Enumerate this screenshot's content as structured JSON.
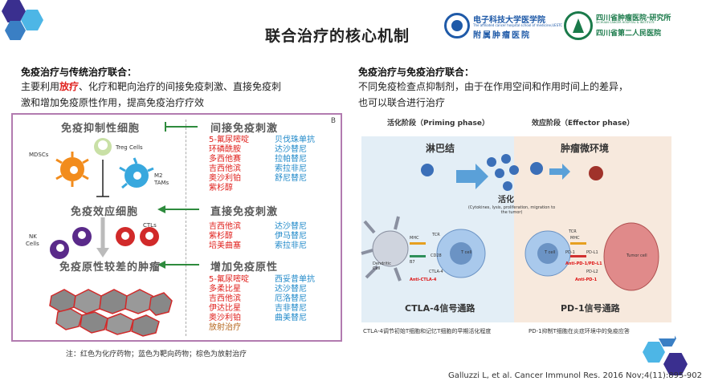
{
  "slide": {
    "title": "联合治疗的核心机制"
  },
  "logos": {
    "left": {
      "name_line1": "电子科技大学医学院",
      "name_line2": "The affiliated cancer hospital school of medicine,UESTC",
      "name_line3": "附属肿瘤医院"
    },
    "right": {
      "name_line1": "四川省肿瘤医院·研究所",
      "name_line2": "SICHUAN CANCER HOSPITAL & INSTITUTE",
      "name_line3": "四川省第二人民医院"
    }
  },
  "left_section": {
    "heading": "免疫治疗与传统治疗联合：",
    "para_line1_pre": "主要利用",
    "para_line1_red": "放疗",
    "para_line1_post": "、化疗和靶向治疗的间接免疫刺激、直接免疫刺",
    "para_line2": "激和增加免疫原性作用，提高免疫治疗疗效"
  },
  "right_section": {
    "heading": "免疫治疗与免疫治疗联合：",
    "para_line1": "不同免疫检查点抑制剂，由于在作用空间和作用时间上的差异，",
    "para_line2": "也可以联合进行治疗"
  },
  "left_figure": {
    "panel_label": "B",
    "left_titles": [
      "免疫抑制性细胞",
      "免疫效应细胞",
      "免疫原性较差的肿瘤"
    ],
    "right_titles": [
      "间接免疫刺激",
      "直接免疫刺激",
      "增加免疫原性"
    ],
    "cell_labels": {
      "mdscs": "MDSCs",
      "treg": "Treg Cells",
      "m2": "M2",
      "tams": "TAMs",
      "ctls": "CTLs",
      "nk": "NK",
      "nk2": "Cells"
    },
    "group1_red": [
      "5-氟尿嘧啶",
      "环磷酰胺",
      "多西他赛",
      "吉西他滨",
      "奥沙利铂",
      "紫杉醇"
    ],
    "group1_blue": [
      "贝伐珠单抗",
      "达沙替尼",
      "拉帕替尼",
      "索拉非尼",
      "舒尼替尼"
    ],
    "group2_red": [
      "吉西他滨",
      "紫杉醇",
      "培美曲塞"
    ],
    "group2_blue": [
      "达沙替尼",
      "伊马替尼",
      "索拉非尼"
    ],
    "group3_red": [
      "5-氟尿嘧啶",
      "多柔比星",
      "吉西他滨",
      "伊达比星",
      "奥沙利铂"
    ],
    "group3_brown": "放射治疗",
    "group3_blue": [
      "西妥昔单抗",
      "达沙替尼",
      "厄洛替尼",
      "吉非替尼",
      "曲美替尼"
    ],
    "note": "注：红色为化疗药物；蓝色为靶向药物；棕色为放射治疗"
  },
  "right_figure": {
    "priming_phase": "活化阶段（Priming phase）",
    "effector_phase": "效应阶段（Effector phase）",
    "lymph_node": "淋巴结",
    "tumor_env": "肿瘤微环境",
    "activation": "活化",
    "activation_detail": "(Cytokines, lysis, proliferation, migration to the tumor)",
    "dendritic": "Dendritic Cell",
    "tcell": "T cell",
    "tcell2": "T cell",
    "tumor_cell": "Tumor cell",
    "mhc": "MHC",
    "tcr": "TCR",
    "b7": "B7",
    "cd28": "CD28",
    "ctla4": "CTLA-4",
    "anti_ctla4": "Anti-CTLA-4",
    "pd1": "PD-1",
    "pdl1": "PD-L1",
    "pdl2": "PD-L2",
    "anti_pd1_pdl1": "Anti-PD-1/PD-L1",
    "anti_pd1": "Anti-PD-1",
    "ctla4_pathway": "CTLA-4信号通路",
    "pd1_pathway": "PD-1信号通路",
    "cap_left": "CTLA-4调节初始T细胞和记忆T细胞的早期活化程度",
    "cap_right": "PD-1抑制T细胞在炎症环境中的免疫应答"
  },
  "citation": "Galluzzi L, et al. Cancer Immunol Res. 2016 Nov;4(11):895-902",
  "colors": {
    "chemo": "#e0201c",
    "targeted": "#1e88c9",
    "radiation": "#b5651d",
    "frame": "#b27bb0",
    "arrow_green": "#2e8b3d"
  }
}
